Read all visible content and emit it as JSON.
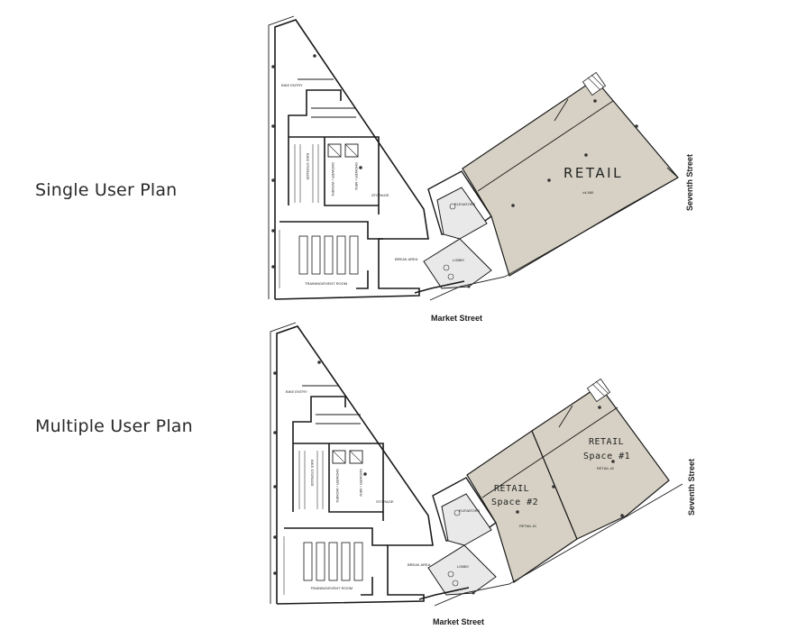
{
  "plans": [
    {
      "label": "Single User Plan",
      "street_bottom": "Market Street",
      "street_right": "Seventh Street",
      "retail_title": "RETAIL",
      "retail_area": "±4,980",
      "rooms": {
        "elevators": "ELEVATORS",
        "lobby": "LOBBY",
        "break_area": "BREAK AREA",
        "training": "TRAINING/EVENT ROOM",
        "storage": "STORAGE",
        "bike_entry": "BIKE ENTRY",
        "bike_storage": "BIKE STORAGE",
        "shower_w": "SHOWER • WOMEN",
        "shower_m": "SHOWER • MEN"
      }
    },
    {
      "label": "Multiple User Plan",
      "street_bottom": "Market Street",
      "street_right": "Seventh Street",
      "retail_1_title": "RETAIL",
      "retail_1_space": "Space #1",
      "retail_1_tag": "RETAIL #2",
      "retail_2_title": "RETAIL",
      "retail_2_space": "Space #2",
      "retail_2_tag": "RETAIL #1",
      "rooms": {
        "elevators": "ELEVATORS",
        "lobby": "LOBBY",
        "break_area": "BREAK AREA",
        "training": "TRAINING/EVENT ROOM",
        "storage": "STORAGE",
        "bike_entry": "BIKE ENTRY",
        "bike_storage": "BIKE STORAGE",
        "shower_w": "SHOWER • WOMEN",
        "shower_m": "SHOWER • MEN"
      }
    }
  ]
}
